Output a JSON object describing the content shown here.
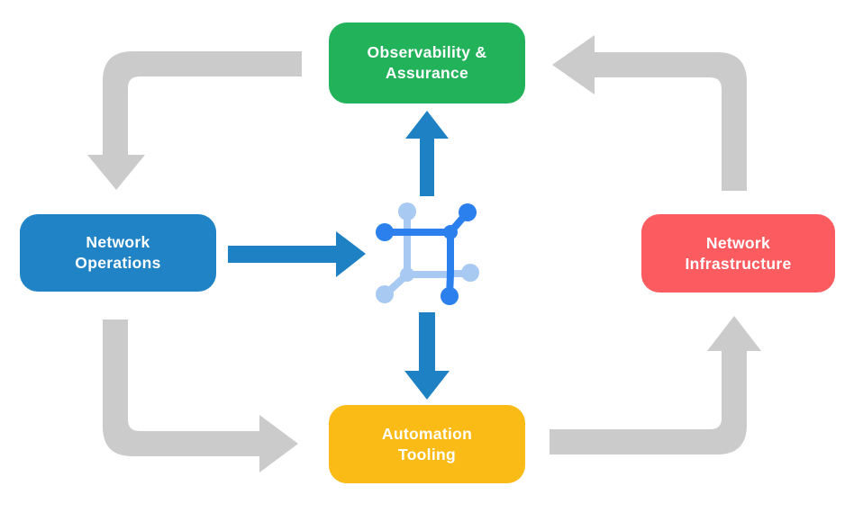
{
  "diagram": {
    "description": "Closed-loop network automation cycle",
    "nodes": [
      {
        "id": "observability",
        "line1": "Observability &",
        "line2": "Assurance",
        "color": "#22B25A"
      },
      {
        "id": "operations",
        "line1": "Network",
        "line2": "Operations",
        "color": "#2083C6"
      },
      {
        "id": "infrastructure",
        "line1": "Network",
        "line2": "Infrastructure",
        "color": "#FC5B5F"
      },
      {
        "id": "tooling",
        "line1": "Automation",
        "line2": "Tooling",
        "color": "#FBBB17"
      }
    ],
    "center_icon": "network-mesh-icon",
    "connections": [
      {
        "from": "observability",
        "to": "operations",
        "style": "gray-elbow"
      },
      {
        "from": "operations",
        "to": "tooling",
        "style": "gray-elbow"
      },
      {
        "from": "tooling",
        "to": "infrastructure",
        "style": "gray-elbow"
      },
      {
        "from": "infrastructure",
        "to": "observability",
        "style": "gray-elbow"
      },
      {
        "from": "operations",
        "to": "center-icon",
        "style": "blue-straight"
      },
      {
        "from": "center-icon",
        "to": "observability",
        "style": "blue-straight"
      },
      {
        "from": "center-icon",
        "to": "tooling",
        "style": "blue-straight"
      }
    ]
  },
  "colors": {
    "background": "#FFFFFF",
    "text": "#FFFFFF",
    "arrow_gray": "#CBCBCB",
    "arrow_blue": "#1E81C4",
    "icon_dark_blue": "#2B80EE",
    "icon_light_blue": "#A7C9F2"
  }
}
